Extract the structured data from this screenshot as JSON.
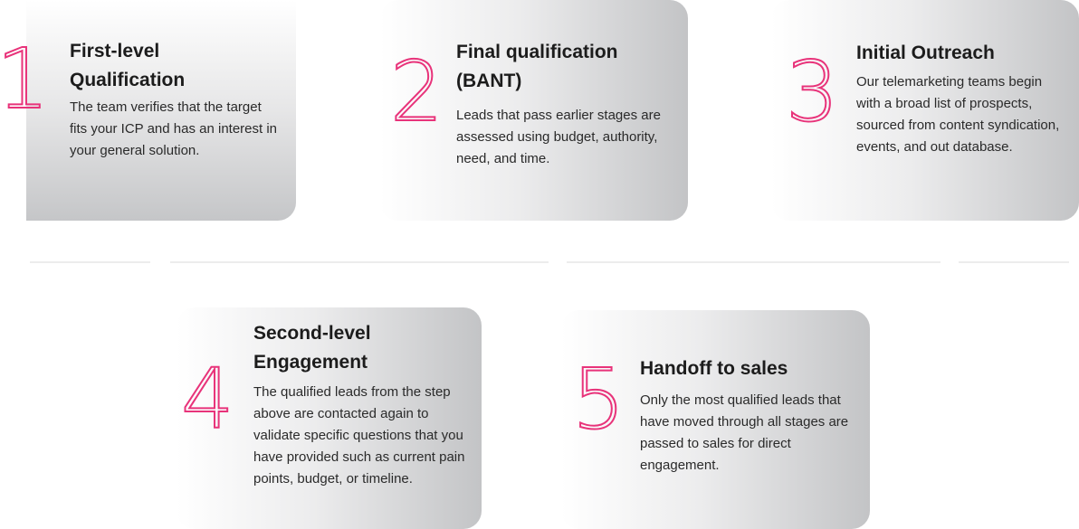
{
  "steps": [
    {
      "number": "1",
      "title": "First-level Qualification",
      "description": "The team verifies that the target fits your ICP and has an interest in your general solution."
    },
    {
      "number": "2",
      "title": "Final qualification (BANT)",
      "description": "Leads that pass earlier stages are assessed using budget, authority, need, and time."
    },
    {
      "number": "3",
      "title": "Initial Outreach",
      "description": "Our telemarketing teams begin with a broad list of prospects, sourced from content syndication, events, and out database."
    },
    {
      "number": "4",
      "title": "Second-level Engagement",
      "description": "The qualified leads from the step above are contacted again to validate specific questions that you have provided such as current pain points, budget, or timeline."
    },
    {
      "number": "5",
      "title": "Handoff to sales",
      "description": "Only the most qualified leads that have moved through all stages are passed to sales for direct engagement."
    }
  ],
  "colors": {
    "accent": "#e8337a",
    "text": "#1c1c1c"
  }
}
